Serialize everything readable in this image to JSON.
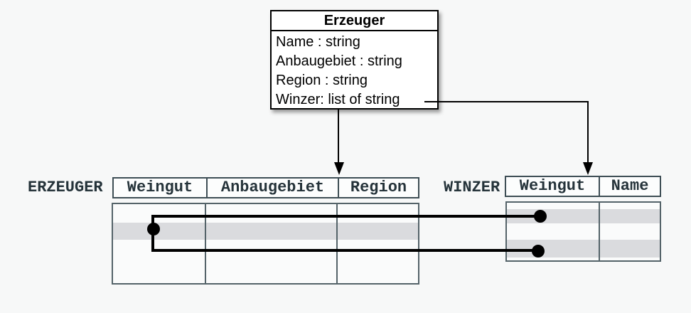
{
  "diagram": {
    "class_box": {
      "title": "Erzeuger",
      "attributes": [
        "Name : string",
        "Anbaugebiet : string",
        "Region : string",
        "Winzer: list of string"
      ]
    },
    "tables": {
      "erzeuger": {
        "label": "ERZEUGER",
        "columns": [
          "Weingut",
          "Anbaugebiet",
          "Region"
        ],
        "rows": 4,
        "shaded_rows": [
          2
        ]
      },
      "winzer": {
        "label": "WINZER",
        "columns": [
          "Weingut",
          "Name"
        ],
        "rows": 4,
        "shaded_rows": [
          2,
          4
        ]
      }
    },
    "links": [
      {
        "from": "ERZEUGER.row2.Weingut",
        "to": "WINZER.row2.Weingut"
      },
      {
        "from": "ERZEUGER.row2.Weingut",
        "to": "WINZER.row4.Weingut"
      }
    ],
    "colors": {
      "background": "#f7f8f8",
      "class_box_border": "#000000",
      "table_border": "#3e4e55",
      "table_body_border": "#546369",
      "row_shade": "#dadbde",
      "table_text": "#25333a",
      "connector": "#000000"
    }
  }
}
